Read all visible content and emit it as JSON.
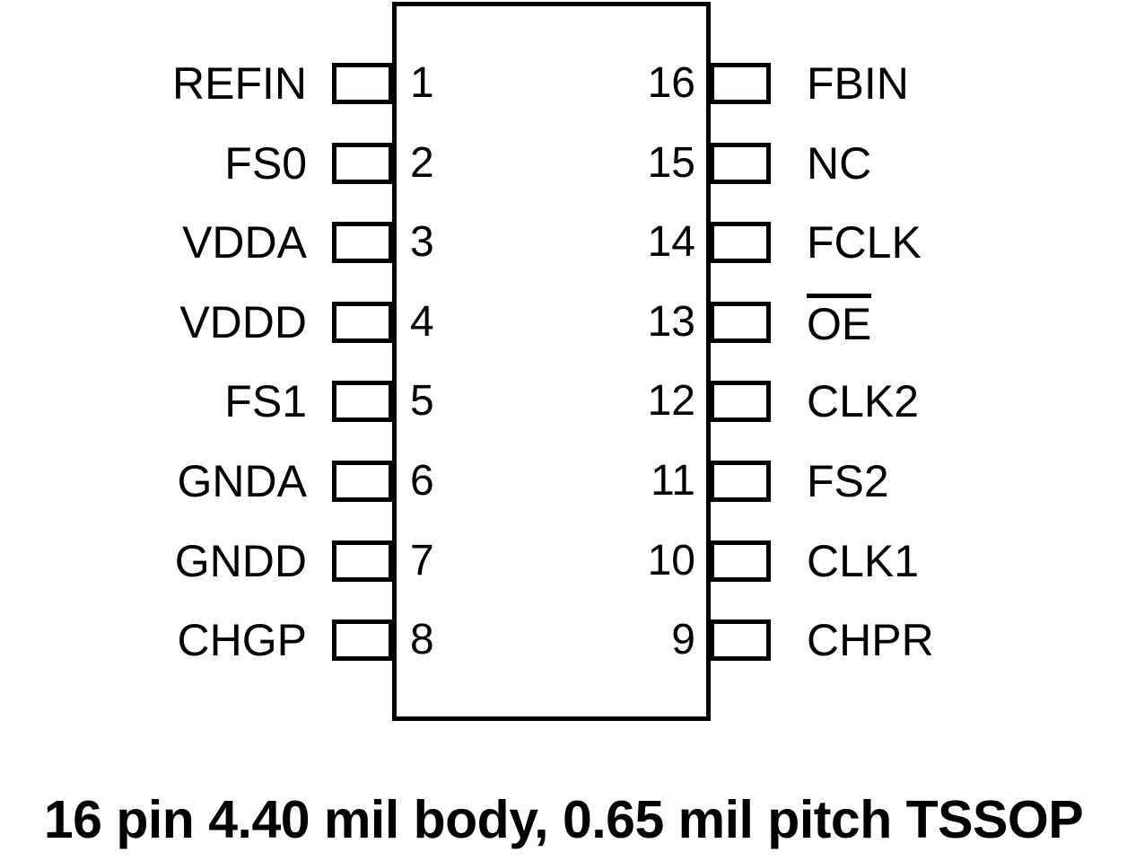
{
  "diagram": {
    "title": "16 pin 4.40 mil body, 0.65 mil pitch TSSOP",
    "package": "TSSOP",
    "pin_count": 16,
    "caption": "16 pin 4.40 mil body, 0.65 mil pitch TSSOP",
    "line_color": "#000000",
    "background_color": "#ffffff",
    "left_pins": [
      {
        "number": "1",
        "name": "REFIN",
        "overline": false
      },
      {
        "number": "2",
        "name": "FS0",
        "overline": false
      },
      {
        "number": "3",
        "name": "VDDA",
        "overline": false
      },
      {
        "number": "4",
        "name": "VDDD",
        "overline": false
      },
      {
        "number": "5",
        "name": "FS1",
        "overline": false
      },
      {
        "number": "6",
        "name": "GNDA",
        "overline": false
      },
      {
        "number": "7",
        "name": "GNDD",
        "overline": false
      },
      {
        "number": "8",
        "name": "CHGP",
        "overline": false
      }
    ],
    "right_pins": [
      {
        "number": "16",
        "name": "FBIN",
        "overline": false
      },
      {
        "number": "15",
        "name": "NC",
        "overline": false
      },
      {
        "number": "14",
        "name": "FCLK",
        "overline": false
      },
      {
        "number": "13",
        "name": "OE",
        "overline": true
      },
      {
        "number": "12",
        "name": "CLK2",
        "overline": false
      },
      {
        "number": "11",
        "name": "FS2",
        "overline": false
      },
      {
        "number": "10",
        "name": "CLK1",
        "overline": false
      },
      {
        "number": "9",
        "name": "CHPR",
        "overline": false
      }
    ]
  }
}
